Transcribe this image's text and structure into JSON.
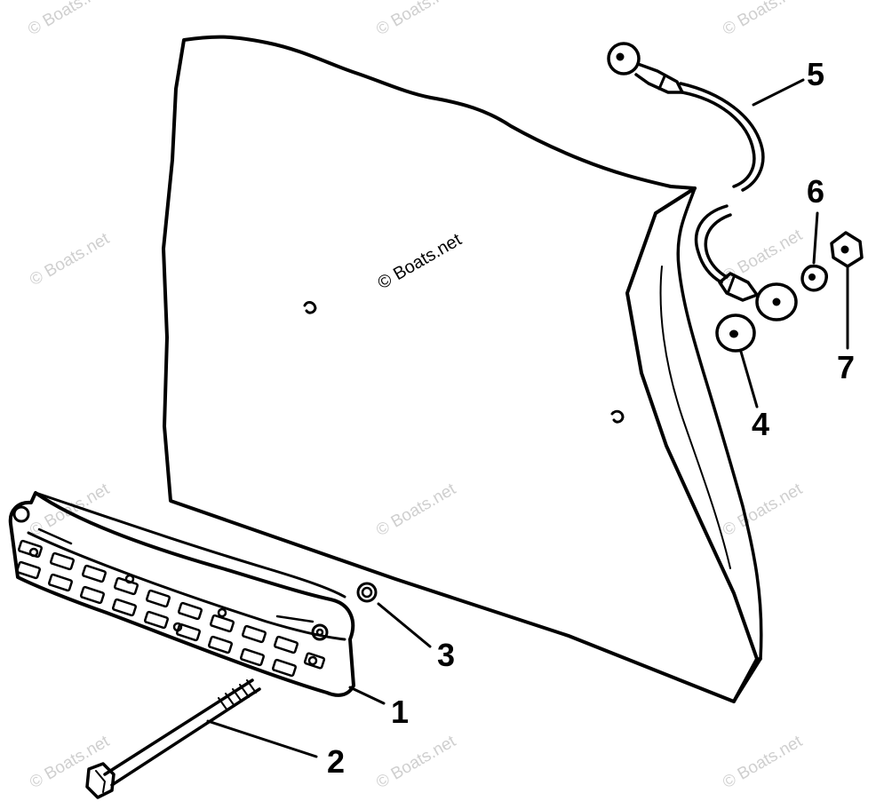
{
  "watermark_text": "© Boats.net",
  "center_watermark_text": "© Boats.net",
  "callouts": {
    "p1": "1",
    "p2": "2",
    "p3": "3",
    "p4": "4",
    "p5": "5",
    "p6": "6",
    "p7": "7"
  },
  "colors": {
    "ink": "#000000",
    "watermark": "#cfcfcf",
    "background": "#ffffff"
  }
}
